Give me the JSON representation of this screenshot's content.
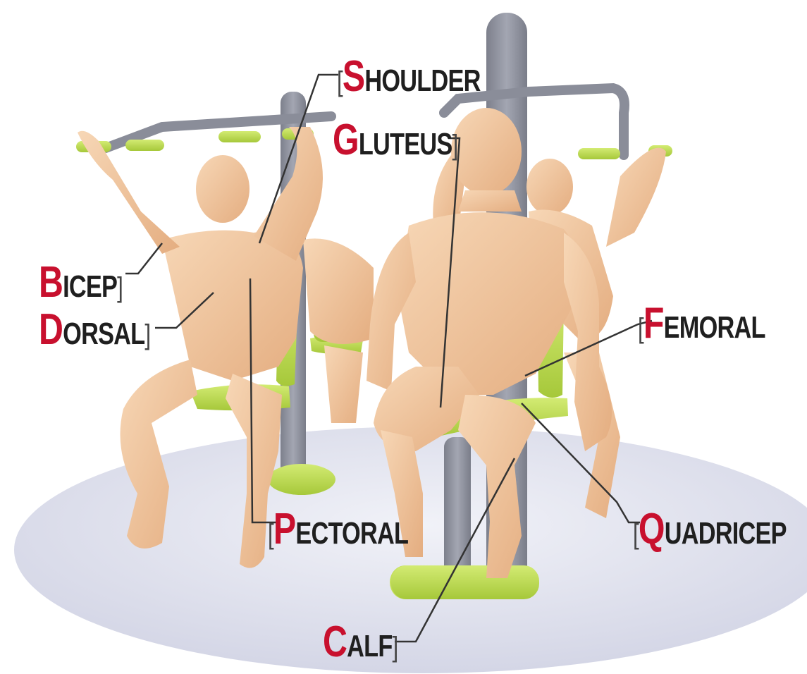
{
  "labels": {
    "shoulder": {
      "initial": "S",
      "rest": "HOULDER"
    },
    "gluteus": {
      "initial": "G",
      "rest": "LUTEUS"
    },
    "bicep": {
      "initial": "B",
      "rest": "ICEP"
    },
    "dorsal": {
      "initial": "D",
      "rest": "ORSAL"
    },
    "femoral": {
      "initial": "F",
      "rest": "EMORAL"
    },
    "pectoral": {
      "initial": "P",
      "rest": "ECTORAL"
    },
    "quadricep": {
      "initial": "Q",
      "rest": "UADRICEP"
    },
    "calf": {
      "initial": "C",
      "rest": "ALF"
    }
  },
  "colors": {
    "label_initial": "#c8102e",
    "label_text": "#1f1f1f",
    "skin": "#f2c9a0",
    "skin_shade": "#dea77a",
    "frame": "#8a8d99",
    "accent": "#b7d94a",
    "floor": "#d9dbea"
  }
}
